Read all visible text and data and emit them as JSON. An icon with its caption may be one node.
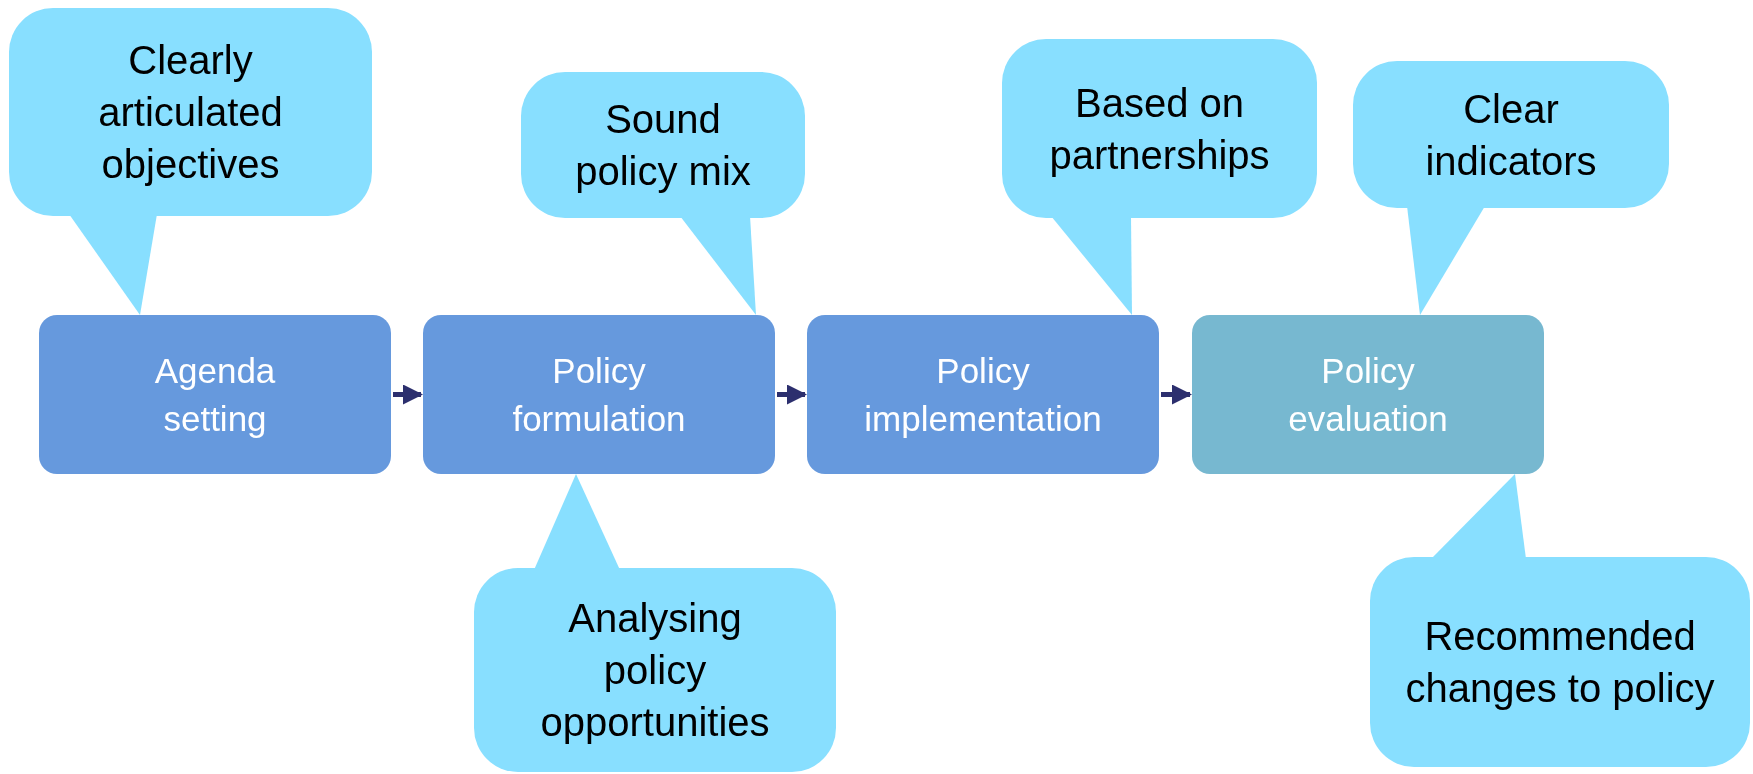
{
  "diagram": {
    "nodes": [
      {
        "text": [
          "Clearly articulated objectives"
        ]
      },
      {
        "text": [
          "Sound policy mix"
        ]
      },
      {
        "text": [
          "Based on partnerships"
        ]
      },
      {
        "text": [
          "Clear indicators"
        ]
      },
      {
        "text": [
          "Agenda setting"
        ]
      },
      {
        "text": [
          "Policy formulation"
        ]
      },
      {
        "text": [
          "Policy implementation"
        ]
      },
      {
        "text": [
          "Policy evaluation"
        ]
      },
      {
        "text": [
          "Analysing policy opportunities"
        ]
      },
      {
        "text": [
          "Recommended changes to policy"
        ]
      }
    ],
    "edges": [
      {
        "from": 4,
        "to": 5,
        "arrow": "to"
      },
      {
        "from": 5,
        "to": 6,
        "arrow": "to"
      },
      {
        "from": 6,
        "to": 7,
        "arrow": "to"
      },
      {
        "from": 0,
        "to": 4,
        "arrow": "to"
      },
      {
        "from": 1,
        "to": 5,
        "arrow": "to"
      },
      {
        "from": 8,
        "to": 5,
        "arrow": "to"
      },
      {
        "from": 2,
        "to": 6,
        "arrow": "to"
      },
      {
        "from": 3,
        "to": 7,
        "arrow": "to"
      },
      {
        "from": 9,
        "to": 7,
        "arrow": "to"
      }
    ]
  }
}
